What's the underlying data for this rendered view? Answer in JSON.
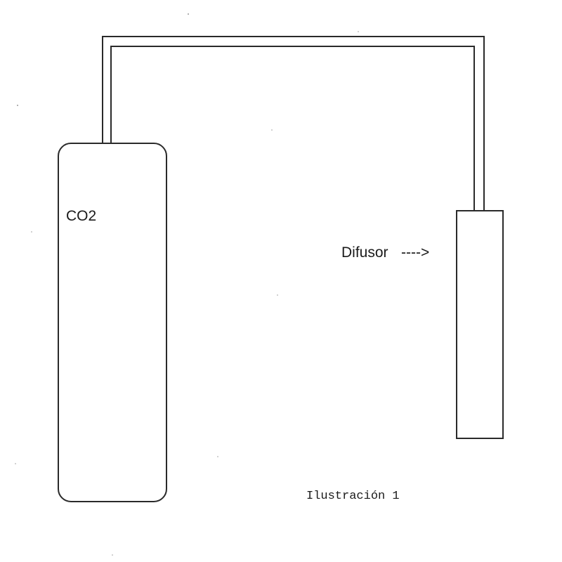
{
  "diagram": {
    "cylinder_label": "CO2",
    "diffuser_label": "Difusor",
    "arrow_text": "---->",
    "caption": "Ilustración 1"
  },
  "colors": {
    "line": "#2a2a2a",
    "background": "#ffffff"
  }
}
